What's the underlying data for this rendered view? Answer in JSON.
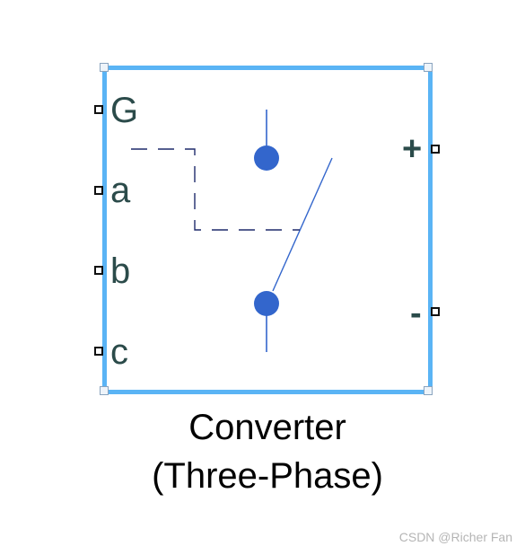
{
  "block": {
    "name_line1": "Converter",
    "name_line2": "(Three-Phase)",
    "ports_left": [
      {
        "label": "G"
      },
      {
        "label": "a"
      },
      {
        "label": "b"
      },
      {
        "label": "c"
      }
    ],
    "ports_right": [
      {
        "label": "+"
      },
      {
        "label": "-"
      }
    ],
    "colors": {
      "frame": "#5ab4f5",
      "switch_contact": "#3366cc",
      "switch_line": "#3366cc",
      "dashed_link": "#1f2a6b",
      "port_text": "#2b4b4a"
    }
  },
  "watermark": "CSDN @Richer Fan"
}
